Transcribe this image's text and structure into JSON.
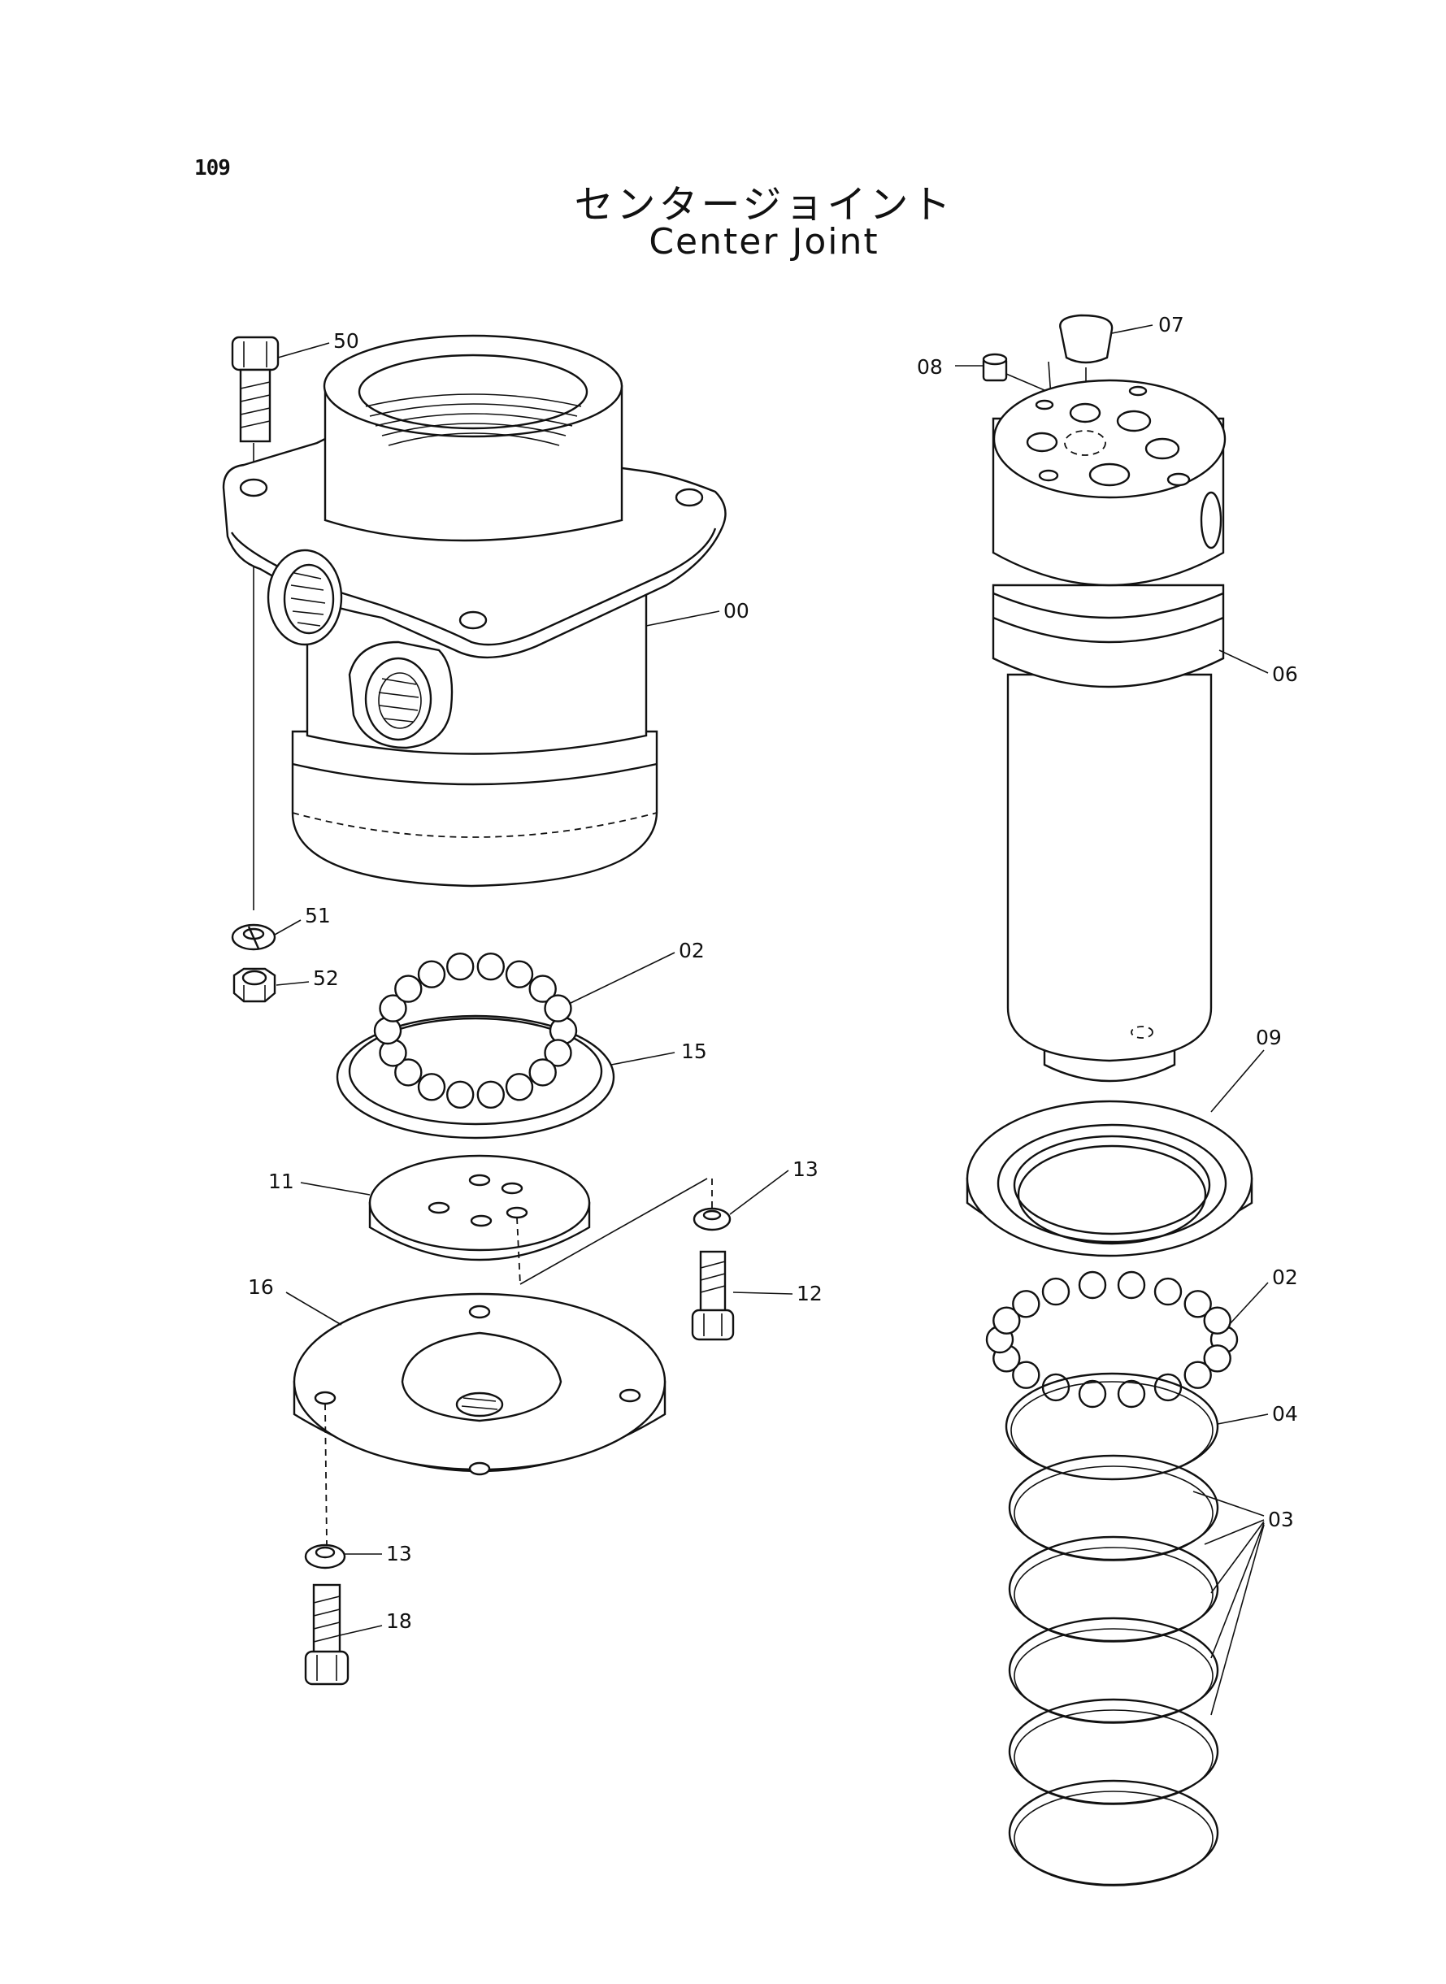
{
  "page": {
    "number": "109"
  },
  "title": {
    "japanese": "センタージョイント",
    "english": "Center Joint"
  },
  "callouts": {
    "p50": "50",
    "p00": "00",
    "p51": "51",
    "p52": "52",
    "p02_left": "02",
    "p15": "15",
    "p11": "11",
    "p13_upper": "13",
    "p12": "12",
    "p16": "16",
    "p13_lower": "13",
    "p18": "18",
    "p07": "07",
    "p08": "08",
    "p06": "06",
    "p09": "09",
    "p02_right": "02",
    "p04": "04",
    "p03": "03"
  }
}
